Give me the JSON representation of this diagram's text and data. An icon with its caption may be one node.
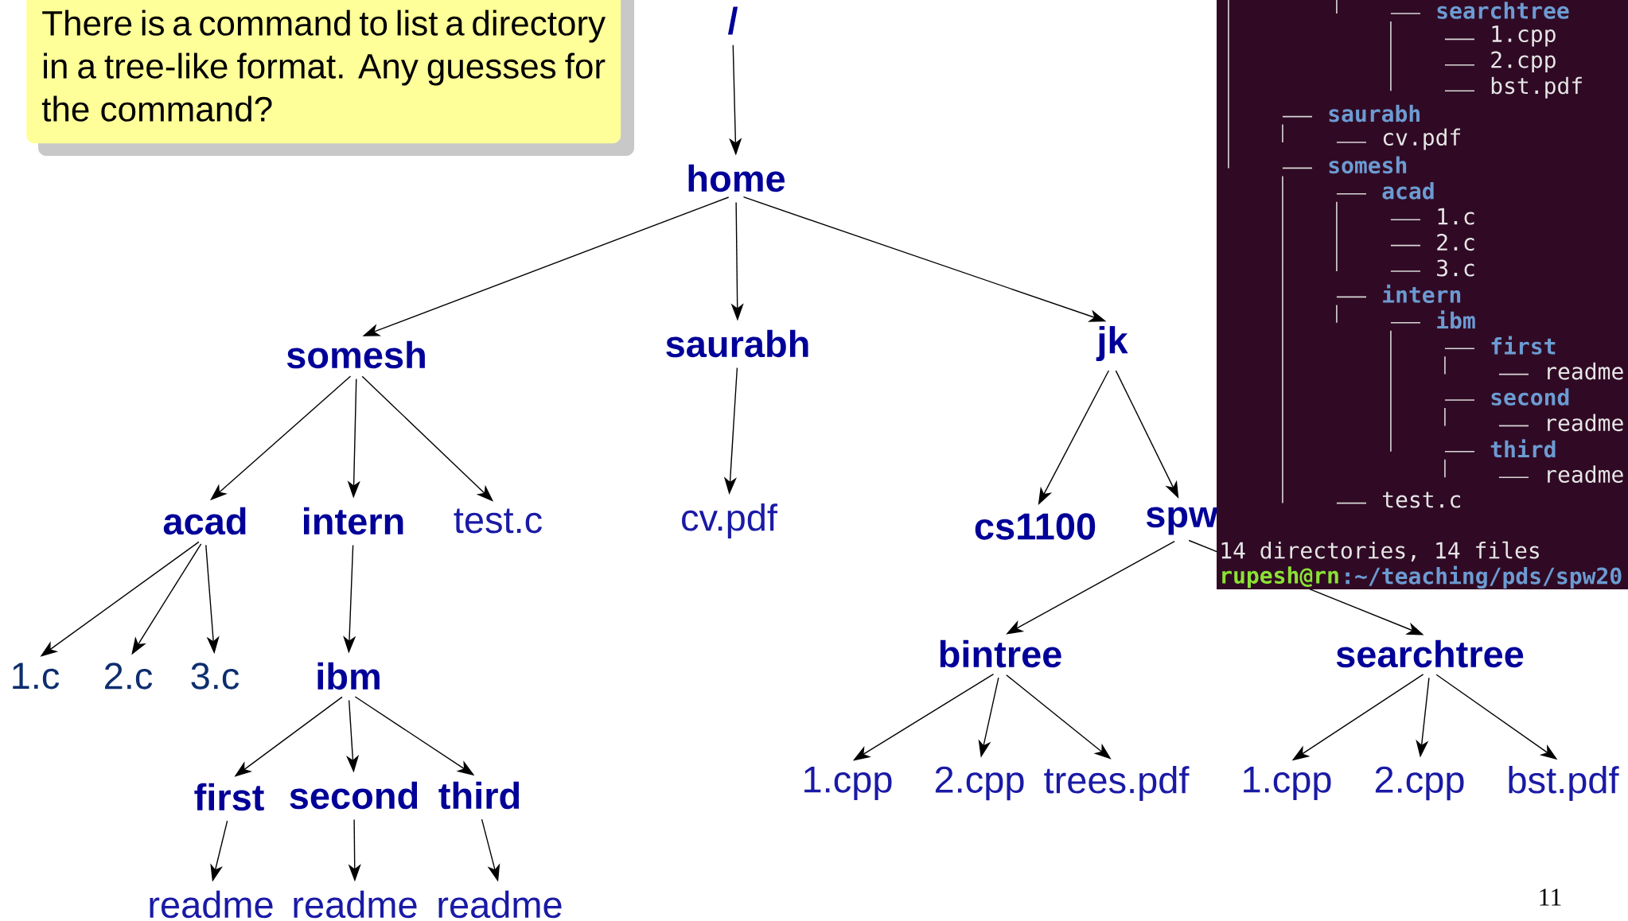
{
  "diagram": {
    "nodes": [
      {
        "text": [
          "There is a command to list a directory in a tree-like format. Any guesses for the command?"
        ]
      },
      {
        "text": [
          "/"
        ]
      },
      {
        "text": [
          "home"
        ]
      },
      {
        "text": [
          "somesh"
        ]
      },
      {
        "text": [
          "saurabh"
        ]
      },
      {
        "text": [
          "jk"
        ]
      },
      {
        "text": [
          "acad"
        ]
      },
      {
        "text": [
          "intern"
        ]
      },
      {
        "text": [
          "test.c"
        ]
      },
      {
        "text": [
          "cv.pdf"
        ]
      },
      {
        "text": [
          "cs1100"
        ]
      },
      {
        "text": [
          "spw"
        ]
      },
      {
        "text": [
          "1.c"
        ]
      },
      {
        "text": [
          "2.c"
        ]
      },
      {
        "text": [
          "3.c"
        ]
      },
      {
        "text": [
          "ibm"
        ]
      },
      {
        "text": [
          "bintree"
        ]
      },
      {
        "text": [
          "searchtree"
        ]
      },
      {
        "text": [
          "first"
        ]
      },
      {
        "text": [
          "second"
        ]
      },
      {
        "text": [
          "third"
        ]
      },
      {
        "text": [
          "1.cpp"
        ]
      },
      {
        "text": [
          "2.cpp"
        ]
      },
      {
        "text": [
          "trees.pdf"
        ]
      },
      {
        "text": [
          "1.cpp"
        ]
      },
      {
        "text": [
          "2.cpp"
        ]
      },
      {
        "text": [
          "bst.pdf"
        ]
      },
      {
        "text": [
          "readme"
        ]
      },
      {
        "text": [
          "readme"
        ]
      },
      {
        "text": [
          "readme"
        ]
      }
    ],
    "edges": [
      {
        "from": 1,
        "to": 2,
        "arrow": "to"
      },
      {
        "from": 2,
        "to": 3,
        "arrow": "to"
      },
      {
        "from": 2,
        "to": 4,
        "arrow": "to"
      },
      {
        "from": 2,
        "to": 5,
        "arrow": "to"
      },
      {
        "from": 3,
        "to": 6,
        "arrow": "to"
      },
      {
        "from": 3,
        "to": 7,
        "arrow": "to"
      },
      {
        "from": 3,
        "to": 8,
        "arrow": "to"
      },
      {
        "from": 4,
        "to": 9,
        "arrow": "to"
      },
      {
        "from": 5,
        "to": 10,
        "arrow": "to"
      },
      {
        "from": 5,
        "to": 11,
        "arrow": "to"
      },
      {
        "from": 6,
        "to": 12,
        "arrow": "to"
      },
      {
        "from": 6,
        "to": 13,
        "arrow": "to"
      },
      {
        "from": 6,
        "to": 14,
        "arrow": "to"
      },
      {
        "from": 7,
        "to": 15,
        "arrow": "to"
      },
      {
        "from": 11,
        "to": 16,
        "arrow": "to"
      },
      {
        "from": 11,
        "to": 17,
        "arrow": "to"
      },
      {
        "from": 15,
        "to": 18,
        "arrow": "to"
      },
      {
        "from": 15,
        "to": 19,
        "arrow": "to"
      },
      {
        "from": 15,
        "to": 20,
        "arrow": "to"
      },
      {
        "from": 16,
        "to": 21,
        "arrow": "to"
      },
      {
        "from": 16,
        "to": 22,
        "arrow": "to"
      },
      {
        "from": 16,
        "to": 23,
        "arrow": "to"
      },
      {
        "from": 17,
        "to": 24,
        "arrow": "to"
      },
      {
        "from": 17,
        "to": 25,
        "arrow": "to"
      },
      {
        "from": 17,
        "to": 26,
        "arrow": "to"
      },
      {
        "from": 18,
        "to": 27,
        "arrow": "to"
      },
      {
        "from": 19,
        "to": 28,
        "arrow": "to"
      },
      {
        "from": 20,
        "to": 29,
        "arrow": "to"
      }
    ],
    "labels": [
      "searchtree",
      "1.cpp",
      "2.cpp",
      "bst.pdf",
      "saurabh",
      "cv.pdf",
      "somesh",
      "acad",
      "1.c",
      "2.c",
      "3.c",
      "intern",
      "ibm",
      "first",
      "readme",
      "second",
      "readme",
      "third",
      "readme",
      "test.c",
      "14 directories, 14 files",
      "rupesh@rn",
      ":~/teaching/pds/spw20",
      "11"
    ]
  }
}
